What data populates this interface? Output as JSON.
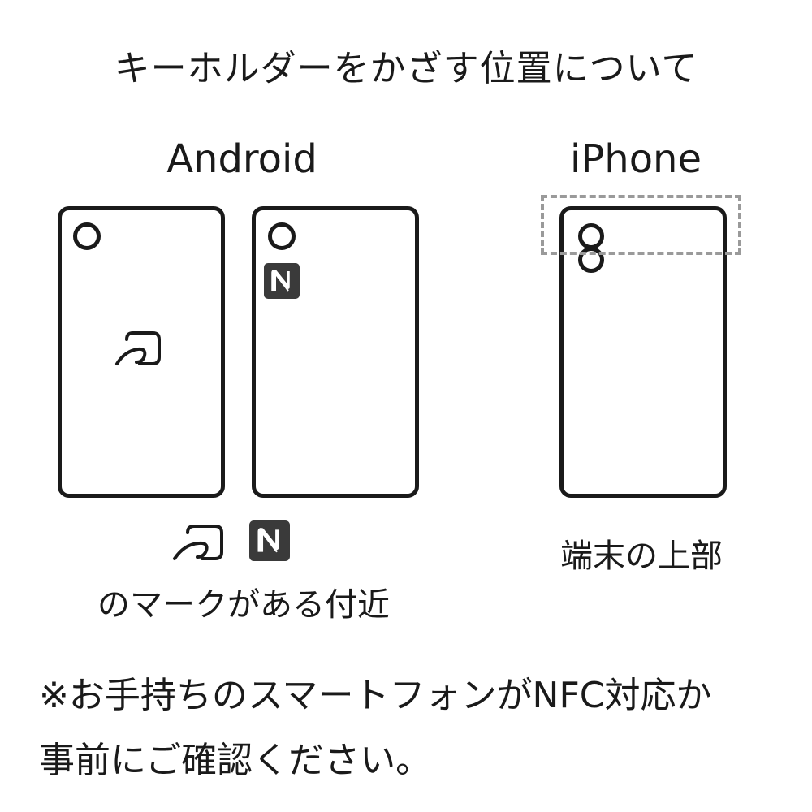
{
  "title": "キーホルダーをかざす位置について",
  "android": {
    "label": "Android",
    "caption": "のマークがある付近",
    "icons": [
      "osaifu-keitai-icon",
      "nfc-n-mark-icon"
    ]
  },
  "iphone": {
    "label": "iPhone",
    "caption": "端末の上部"
  },
  "note": {
    "line1": "※お手持ちのスマートフォンがNFC対応か",
    "line2": "事前にご確認ください。"
  },
  "colors": {
    "ink": "#1a1a1a",
    "dash": "#9a9a9a",
    "nfc_mark": "#3a3a3a"
  }
}
